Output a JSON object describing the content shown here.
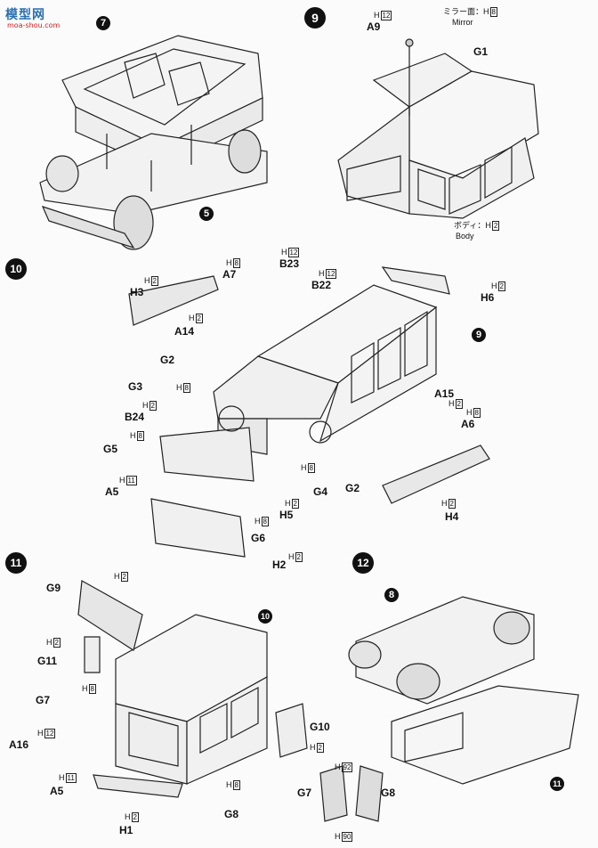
{
  "watermark": {
    "badge": "模型网",
    "url": "moa-shou.com"
  },
  "steps": {
    "s9": "9",
    "s10": "10",
    "s11": "11",
    "s12": "12"
  },
  "callouts": {
    "c7": "7",
    "c5": "5",
    "c9": "9",
    "c10": "10",
    "c8": "8",
    "c11": "11"
  },
  "step9": {
    "a9": "A9",
    "a9_src": "H",
    "a9_num": "12",
    "mirror_label": "ミラー面：H",
    "mirror_num": "8",
    "mirror_en": "Mirror",
    "g1": "G1",
    "body_label": "ボディ：H",
    "body_num": "2",
    "body_en": "Body"
  },
  "step10": {
    "h3": "H3",
    "h3_num": "2",
    "a7": "A7",
    "a7_num": "8",
    "b23": "B23",
    "b23_num": "12",
    "b22": "B22",
    "b22_num": "12",
    "h6": "H6",
    "h6_num": "2",
    "a14": "A14",
    "a14_num": "2",
    "g2a": "G2",
    "g3": "G3",
    "g3_num": "8",
    "b24": "B24",
    "b24_num": "2",
    "g5": "G5",
    "g5_num": "8",
    "a5": "A5",
    "a5_num": "11",
    "a15": "A15",
    "a15_num": "2",
    "a6": "A6",
    "a6_num": "8",
    "g4": "G4",
    "g4_num": "8",
    "g2b": "G2",
    "h5": "H5",
    "h5_num": "2",
    "h5_sub": "8",
    "g6": "G6",
    "h4": "H4",
    "h4_num": "2",
    "h2": "H2",
    "h2_num": "2"
  },
  "step11": {
    "g9": "G9",
    "g9_num": "2",
    "g11": "G11",
    "g11_num": "2",
    "g7": "G7",
    "g7_num": "8",
    "a16": "A16",
    "a16_num": "12",
    "a5": "A5",
    "a5_num": "11",
    "h1": "H1",
    "h1_num": "2",
    "g8": "G8",
    "g8_num": "8",
    "g10": "G10",
    "g10_num": "2"
  },
  "step12": {
    "g7": "G7",
    "g8": "G8",
    "top_num": "92",
    "bot_num": "90"
  },
  "box_prefix": "H"
}
